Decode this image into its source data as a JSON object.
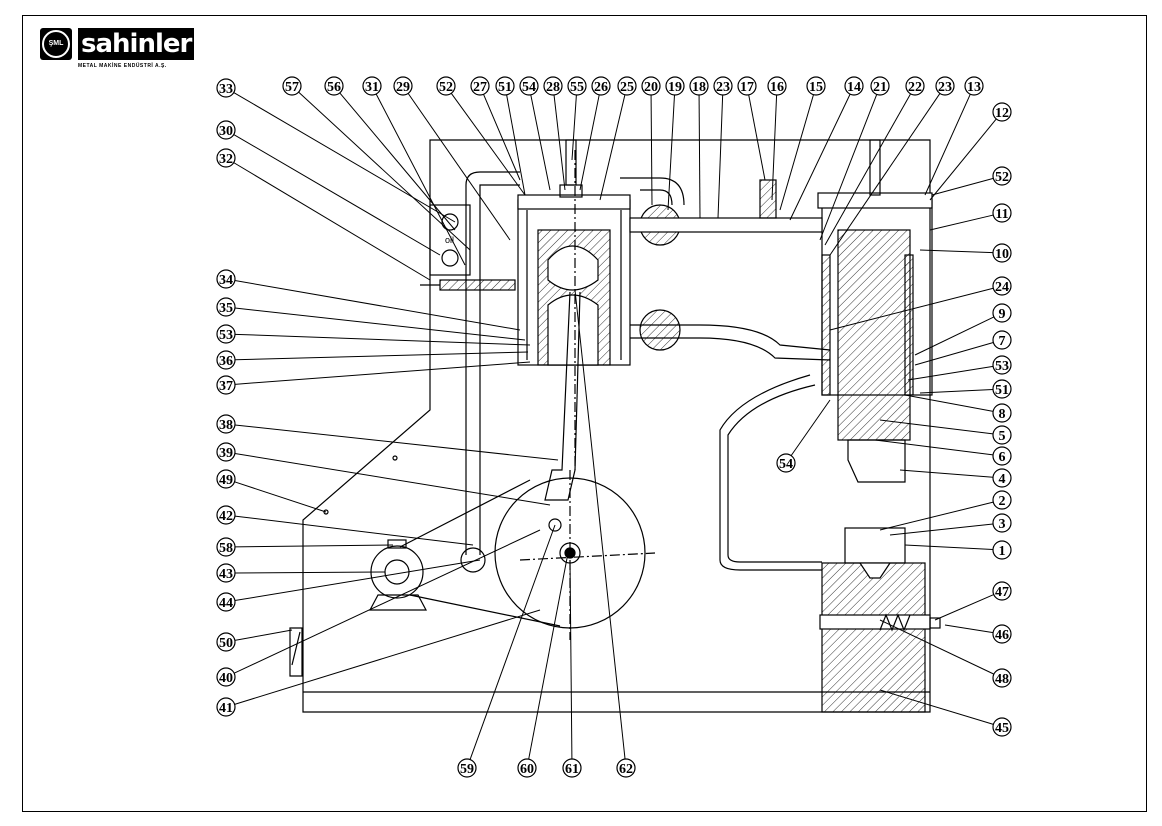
{
  "logo": {
    "emblem": "ŞML",
    "name": "sahinler",
    "subtitle": "METAL MAKİNE ENDÜSTRİ A.Ş."
  },
  "oil_label": "oil",
  "callouts": [
    "57",
    "56",
    "31",
    "29",
    "52",
    "27",
    "51",
    "54",
    "28",
    "55",
    "26",
    "25",
    "20",
    "19",
    "18",
    "23",
    "17",
    "16",
    "15",
    "14",
    "21",
    "22",
    "23",
    "13",
    "12",
    "33",
    "30",
    "32",
    "34",
    "35",
    "53",
    "36",
    "37",
    "38",
    "39",
    "49",
    "42",
    "58",
    "43",
    "44",
    "50",
    "40",
    "41",
    "52",
    "11",
    "10",
    "24",
    "9",
    "7",
    "53",
    "51",
    "8",
    "5",
    "6",
    "4",
    "2",
    "3",
    "1",
    "47",
    "46",
    "48",
    "45",
    "54",
    "59",
    "60",
    "61",
    "62"
  ]
}
